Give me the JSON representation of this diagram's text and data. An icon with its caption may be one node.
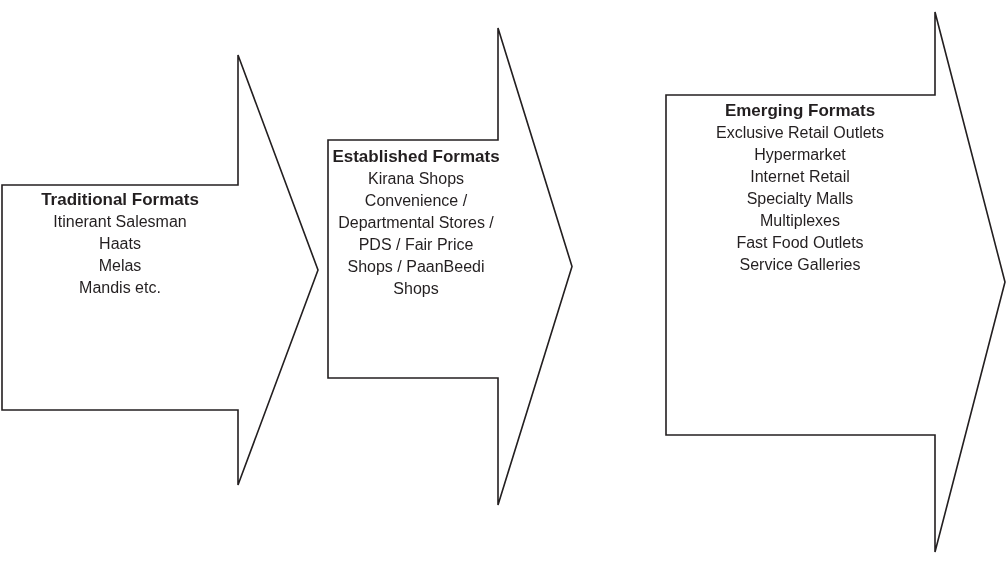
{
  "diagram": {
    "nodes": [
      {
        "text": [
          "Traditional Formats",
          "Itinerant Salesman",
          "Haats",
          "Melas",
          "Mandis etc."
        ]
      },
      {
        "text": [
          "Established Formats",
          "Kirana Shops",
          "Convenience / Departmental Stores / PDS / Fair Price Shops / PaanBeedi Shops"
        ]
      },
      {
        "text": [
          "Emerging Formats",
          "Exclusive Retail Outlets",
          "Hypermarket",
          "Internet Retail",
          "Specialty Malls",
          "Multiplexes",
          "Fast Food Outlets",
          "Service Galleries"
        ]
      }
    ]
  }
}
